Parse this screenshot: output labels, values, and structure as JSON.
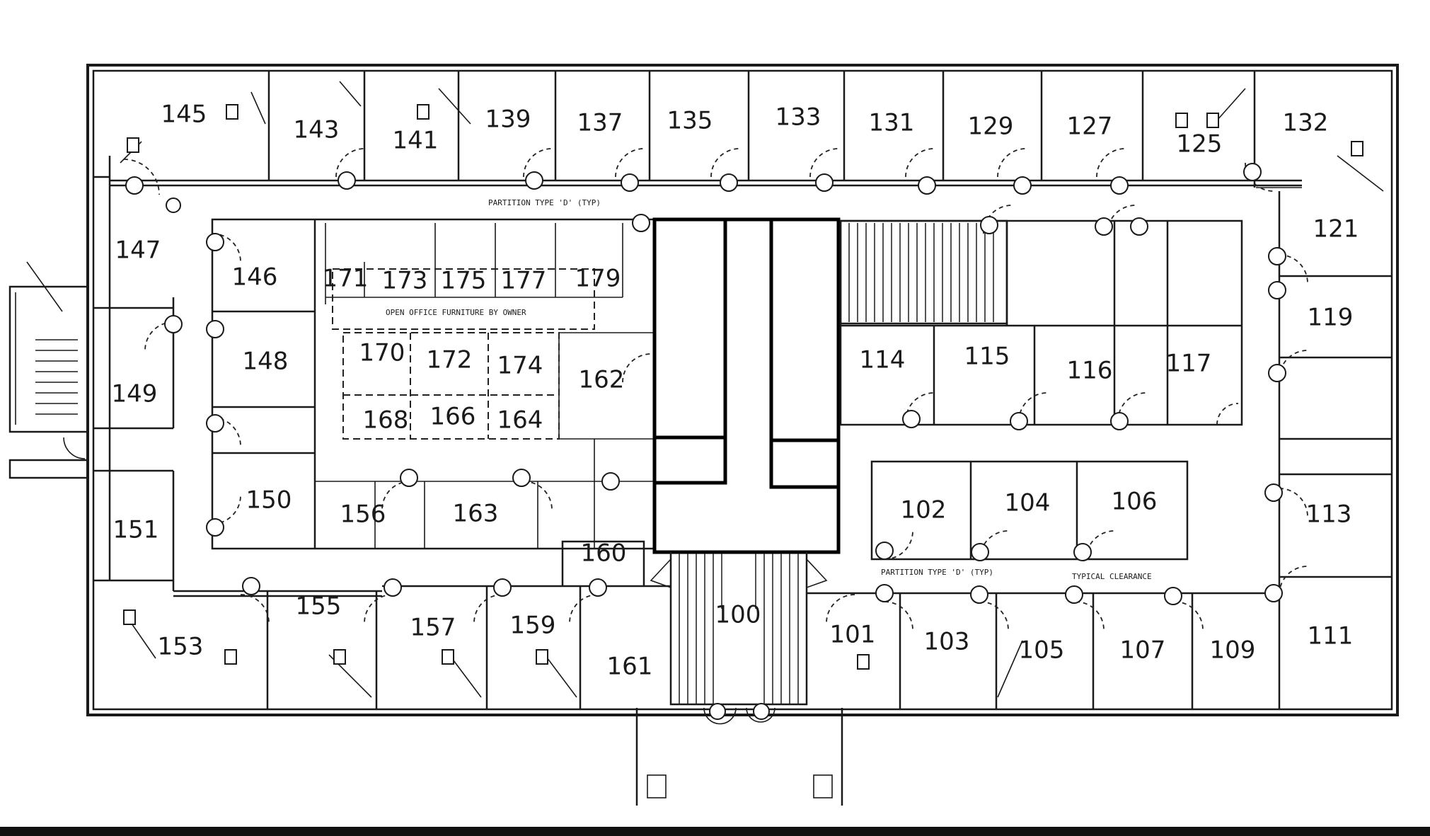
{
  "rooms": [
    {
      "id": "r145",
      "label": "145"
    },
    {
      "id": "r143",
      "label": "143"
    },
    {
      "id": "r141",
      "label": "141"
    },
    {
      "id": "r139",
      "label": "139"
    },
    {
      "id": "r137",
      "label": "137"
    },
    {
      "id": "r135",
      "label": "135"
    },
    {
      "id": "r133",
      "label": "133"
    },
    {
      "id": "r131",
      "label": "131"
    },
    {
      "id": "r129",
      "label": "129"
    },
    {
      "id": "r127",
      "label": "127"
    },
    {
      "id": "r125",
      "label": "125"
    },
    {
      "id": "r132",
      "label": "132"
    },
    {
      "id": "r147",
      "label": "147"
    },
    {
      "id": "r146",
      "label": "146"
    },
    {
      "id": "r171",
      "label": "171"
    },
    {
      "id": "r173",
      "label": "173"
    },
    {
      "id": "r175",
      "label": "175"
    },
    {
      "id": "r177",
      "label": "177"
    },
    {
      "id": "r179",
      "label": "179"
    },
    {
      "id": "r121",
      "label": "121"
    },
    {
      "id": "r119",
      "label": "119"
    },
    {
      "id": "r148",
      "label": "148"
    },
    {
      "id": "r170",
      "label": "170"
    },
    {
      "id": "r172",
      "label": "172"
    },
    {
      "id": "r174",
      "label": "174"
    },
    {
      "id": "r162",
      "label": "162"
    },
    {
      "id": "r114",
      "label": "114"
    },
    {
      "id": "r115",
      "label": "115"
    },
    {
      "id": "r116",
      "label": "116"
    },
    {
      "id": "r117",
      "label": "117"
    },
    {
      "id": "r149",
      "label": "149"
    },
    {
      "id": "r168",
      "label": "168"
    },
    {
      "id": "r166",
      "label": "166"
    },
    {
      "id": "r164",
      "label": "164"
    },
    {
      "id": "r150",
      "label": "150"
    },
    {
      "id": "r156",
      "label": "156"
    },
    {
      "id": "r163",
      "label": "163"
    },
    {
      "id": "r102",
      "label": "102"
    },
    {
      "id": "r104",
      "label": "104"
    },
    {
      "id": "r106",
      "label": "106"
    },
    {
      "id": "r113",
      "label": "113"
    },
    {
      "id": "r151",
      "label": "151"
    },
    {
      "id": "r160",
      "label": "160"
    },
    {
      "id": "r155",
      "label": "155"
    },
    {
      "id": "r100",
      "label": "100"
    },
    {
      "id": "r153",
      "label": "153"
    },
    {
      "id": "r157",
      "label": "157"
    },
    {
      "id": "r159",
      "label": "159"
    },
    {
      "id": "r161",
      "label": "161"
    },
    {
      "id": "r101",
      "label": "101"
    },
    {
      "id": "r103",
      "label": "103"
    },
    {
      "id": "r105",
      "label": "105"
    },
    {
      "id": "r107",
      "label": "107"
    },
    {
      "id": "r109",
      "label": "109"
    },
    {
      "id": "r111",
      "label": "111"
    }
  ],
  "notes": {
    "partition_top": "PARTITION TYPE 'D' (TYP)",
    "open_office": "OPEN OFFICE FURNITURE BY OWNER",
    "partition_bottom": "PARTITION TYPE 'D' (TYP)",
    "typical_clearance": "TYPICAL CLEARANCE"
  }
}
